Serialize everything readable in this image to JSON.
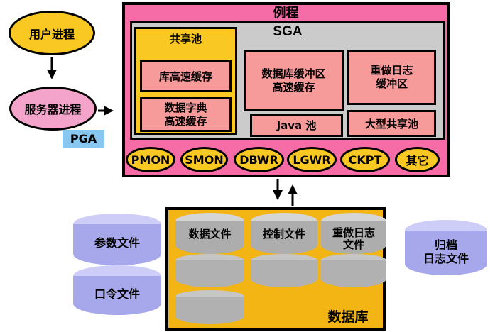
{
  "colors": {
    "instance_pink": "#F56CA6",
    "component_salmon": "#F79A9A",
    "gold": "#FAC822",
    "database_amber": "#F3B513",
    "sga_gray": "#CBCBCB",
    "pga_blue": "#87C7F0",
    "server_pink": "#F4A3CA",
    "file_purple": "#A7A8EC",
    "disk_gray": "#ADADAD"
  },
  "flow": {
    "user_process": "用户进程",
    "server_process": "服务器进程",
    "pga_label": "PGA"
  },
  "instance": {
    "title": "例程",
    "sga": {
      "title": "SGA",
      "shared_pool": {
        "title": "共享池",
        "library_cache": "库高速缓存",
        "dictionary_cache": [
          "数据字典",
          "高速缓存"
        ]
      },
      "buffer_cache": [
        "数据库缓冲区",
        "高速缓存"
      ],
      "redo_log_buffer": [
        "重做日志",
        "缓冲区"
      ],
      "java_pool": "Java 池",
      "large_pool": "大型共享池"
    },
    "background_processes": [
      "PMON",
      "SMON",
      "DBWR",
      "LGWR",
      "CKPT",
      "其它"
    ]
  },
  "database": {
    "title": "数据库",
    "data_files": "数据文件",
    "control_files": "控制文件",
    "redo_log_files": [
      "重做日志",
      "文件"
    ]
  },
  "external_files": {
    "parameter_file": "参数文件",
    "password_file": "口令文件",
    "archive_log_files": [
      "归档",
      "日志文件"
    ]
  }
}
